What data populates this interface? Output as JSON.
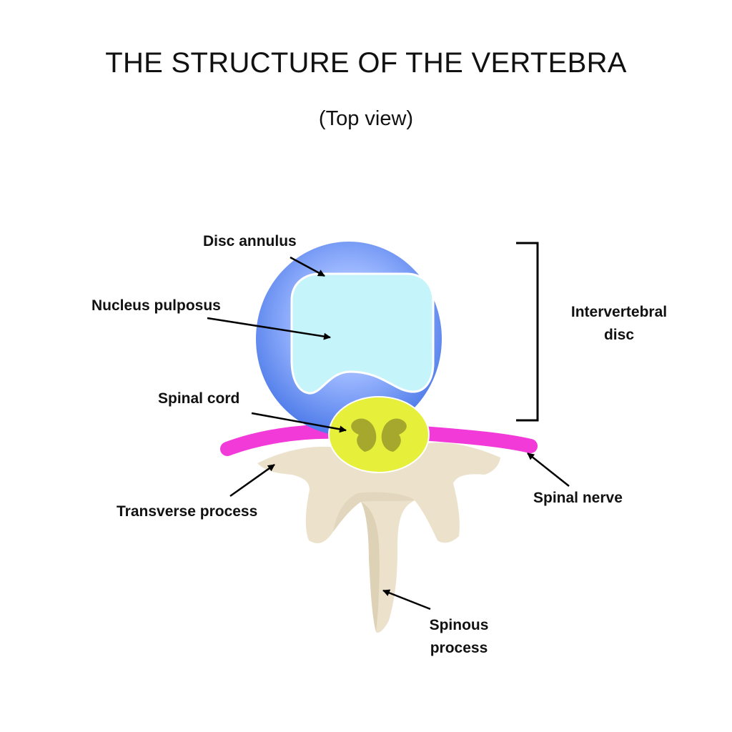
{
  "title": "THE STRUCTURE OF THE VERTEBRA",
  "subtitle": "(Top view)",
  "labels": {
    "disc_annulus": "Disc annulus",
    "nucleus_pulposus": "Nucleus pulposus",
    "spinal_cord": "Spinal cord",
    "transverse_process": "Transverse process",
    "spinal_nerve": "Spinal nerve",
    "intervertebral_disc_line1": "Intervertebral",
    "intervertebral_disc_line2": "disc",
    "spinous_process_line1": "Spinous",
    "spinous_process_line2": "process"
  },
  "colors": {
    "annulus_outer": "#4a78e8",
    "annulus_inner": "#9db8ff",
    "nucleus": "#c5f4fb",
    "spinal_cord": "#e6f03a",
    "gray_matter": "#9a9a2c",
    "spinal_nerve": "#f23ad8",
    "bone": "#ece2cc",
    "bone_shade": "#ddd1b6",
    "arrow": "#000000"
  }
}
